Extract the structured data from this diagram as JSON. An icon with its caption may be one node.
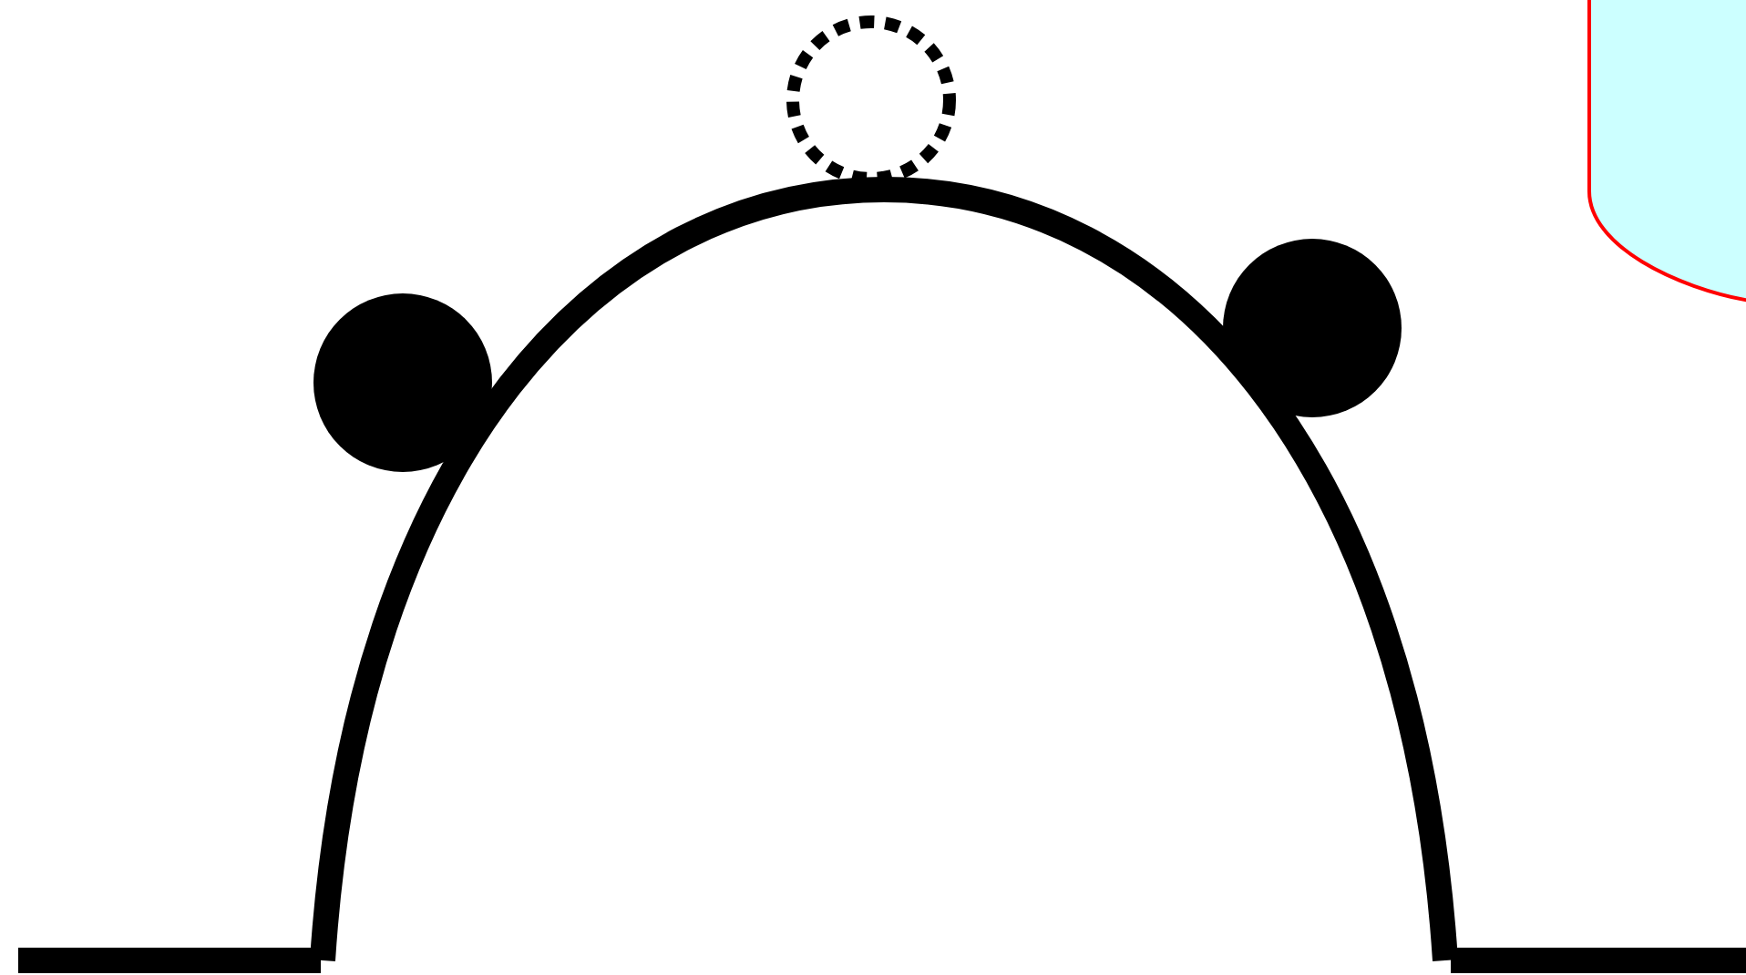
{
  "diagram": {
    "nodes": [
      {
        "text": [],
        "shape": "circle"
      },
      {
        "text": [],
        "shape": "circle"
      },
      {
        "text": [],
        "shape": "circle"
      },
      {
        "text": [],
        "shape": "box"
      }
    ]
  }
}
